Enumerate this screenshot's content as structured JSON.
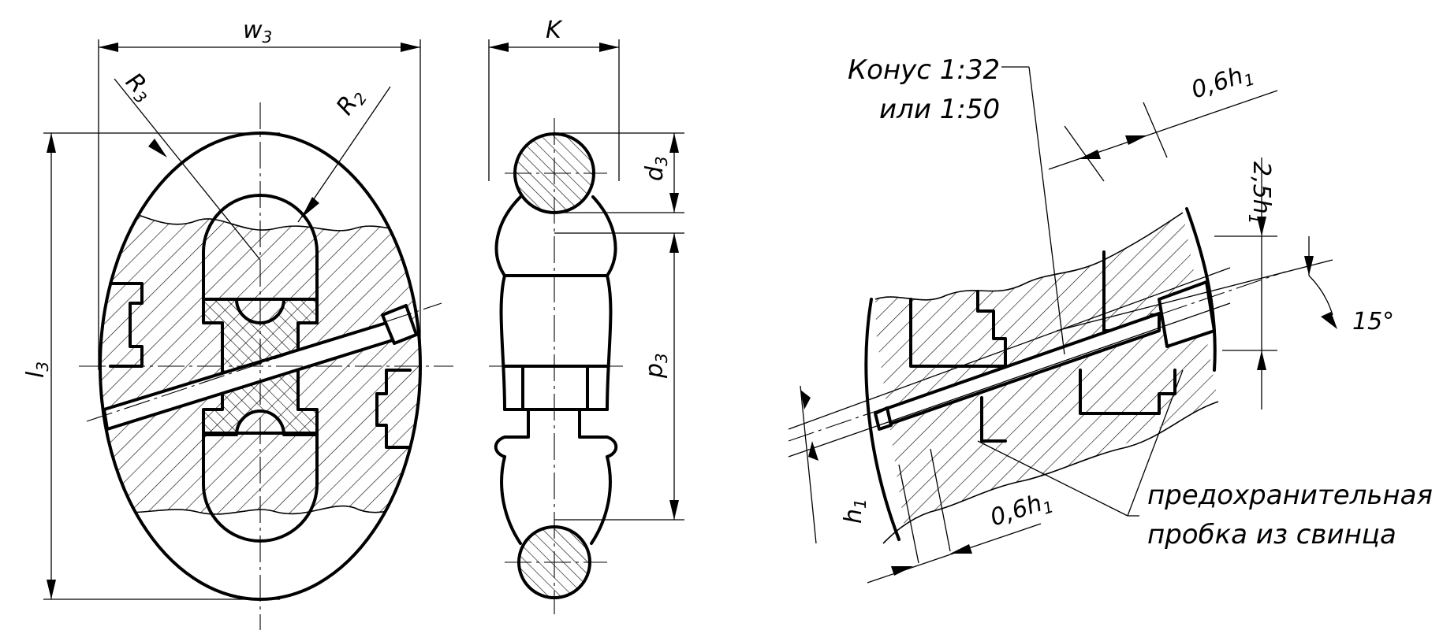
{
  "labels": {
    "w3": "w",
    "w3_sub": "3",
    "K": "K",
    "R3": "R",
    "R3_sub": "3",
    "R2": "R",
    "R2_sub": "2",
    "l3": "l",
    "l3_sub": "3",
    "d3": "d",
    "d3_sub": "3",
    "p3": "p",
    "p3_sub": "3",
    "dim_06h1_top": "0,6h",
    "dim_06h1_top_sub": "1",
    "dim_25h1": "2,5h",
    "dim_25h1_sub": "1",
    "angle_15": "15°",
    "h1": "h",
    "h1_sub": "1",
    "dim_06h1_bottom": "0,6h",
    "dim_06h1_bottom_sub": "1"
  },
  "notes": {
    "cone_line1": "Конус 1:32",
    "cone_line2": "или 1:50",
    "plug_line1": "предохранительная",
    "plug_line2": "пробка из свинца"
  }
}
